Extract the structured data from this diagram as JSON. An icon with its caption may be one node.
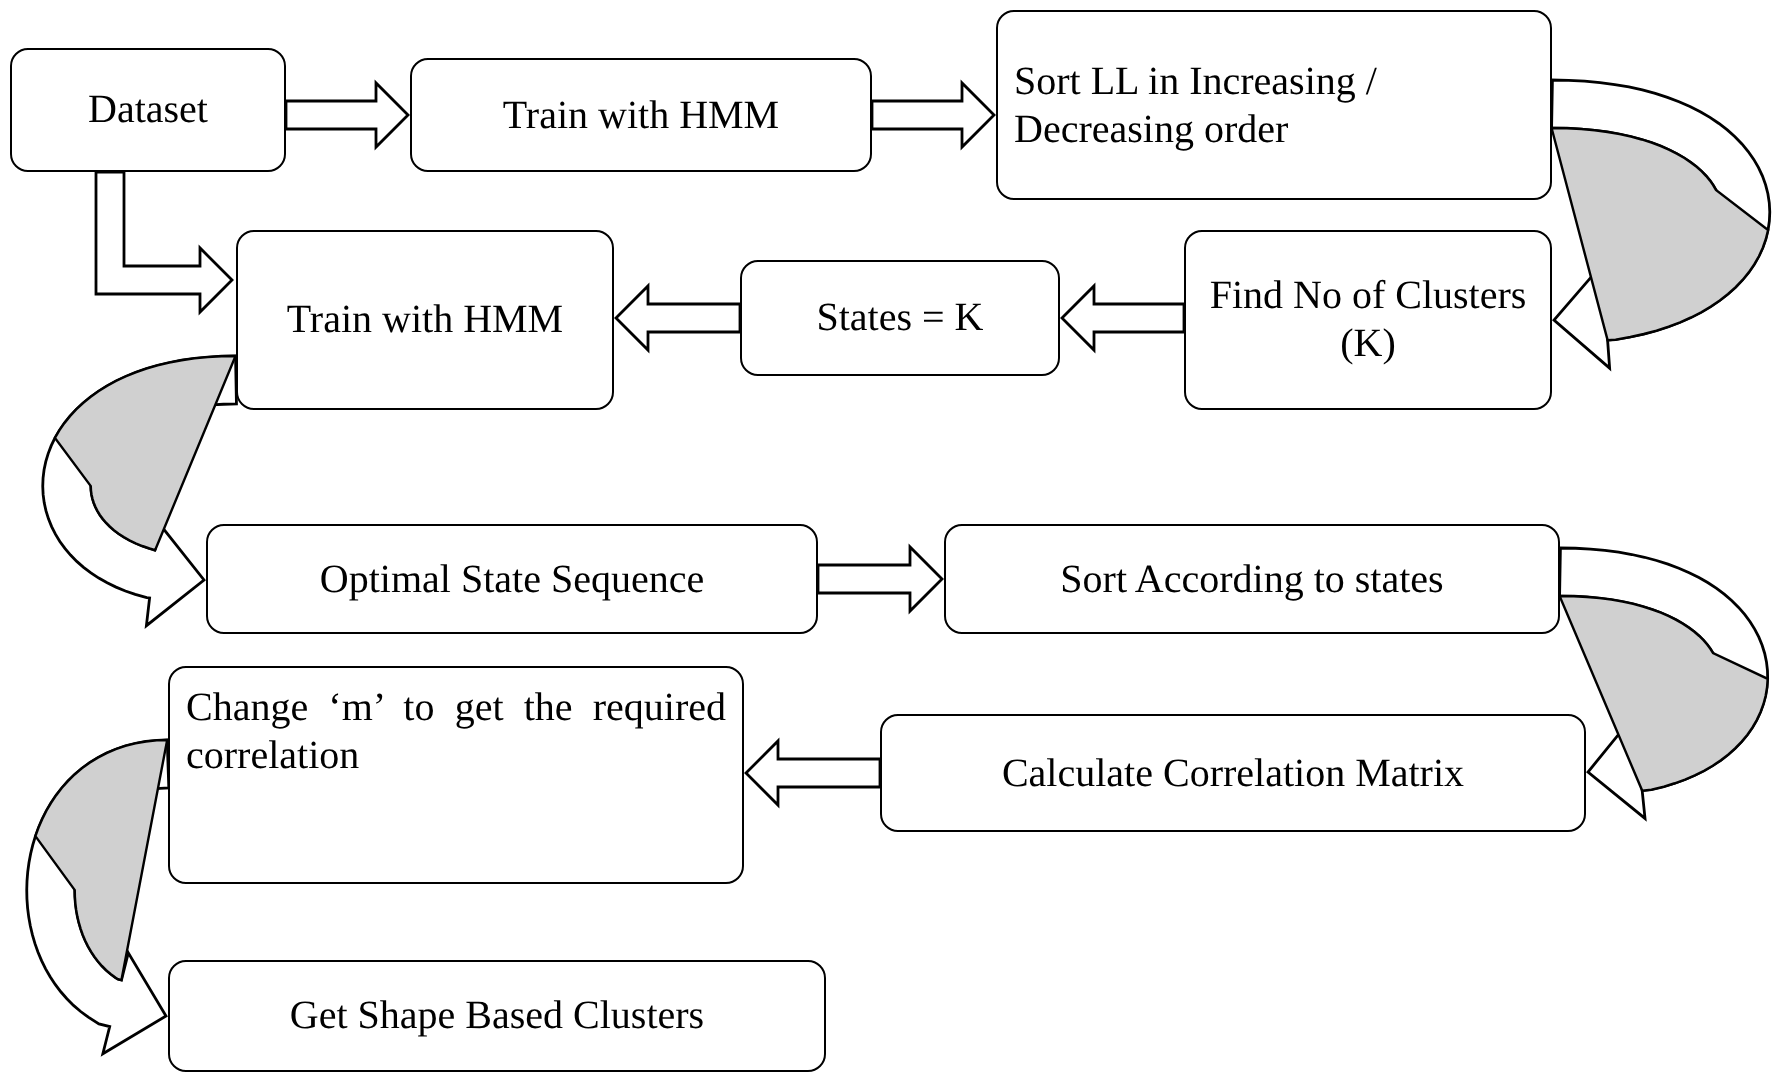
{
  "diagram": {
    "nodes": [
      {
        "text": [
          "Dataset"
        ]
      },
      {
        "text": [
          "Train with HMM"
        ]
      },
      {
        "text": [
          "Sort LL in Increasing / Decreasing order"
        ]
      },
      {
        "text": [
          "Find No of Clusters (K)"
        ]
      },
      {
        "text": [
          "States = K"
        ]
      },
      {
        "text": [
          "Train with HMM"
        ]
      },
      {
        "text": [
          "Optimal State Sequence"
        ]
      },
      {
        "text": [
          "Sort According to states"
        ]
      },
      {
        "text": [
          "Calculate Correlation Matrix"
        ]
      },
      {
        "text": [
          "Change ‘m’ to get the required correlation"
        ]
      },
      {
        "text": [
          "Get Shape Based Clusters"
        ]
      }
    ],
    "edges": [
      {
        "from": 0,
        "to": 1,
        "arrow": "to"
      },
      {
        "from": 1,
        "to": 2,
        "arrow": "to"
      },
      {
        "from": 0,
        "to": 5,
        "arrow": "to"
      },
      {
        "from": 2,
        "to": 3,
        "arrow": "to"
      },
      {
        "from": 3,
        "to": 4,
        "arrow": "to"
      },
      {
        "from": 4,
        "to": 5,
        "arrow": "to"
      },
      {
        "from": 5,
        "to": 6,
        "arrow": "to"
      },
      {
        "from": 6,
        "to": 7,
        "arrow": "to"
      },
      {
        "from": 7,
        "to": 8,
        "arrow": "to"
      },
      {
        "from": 8,
        "to": 9,
        "arrow": "to"
      },
      {
        "from": 9,
        "to": 10,
        "arrow": "to"
      }
    ]
  }
}
